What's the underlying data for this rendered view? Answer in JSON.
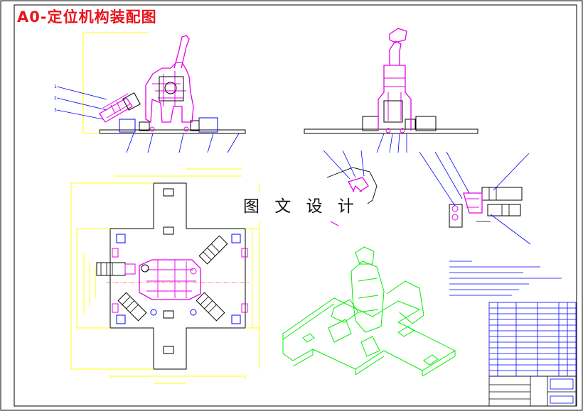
{
  "drawing": {
    "title": "A0-定位机构装配图",
    "watermark": "图 文 设 计",
    "colors": {
      "background": "#ffffff",
      "frame": "#000000",
      "title": "#e8141e",
      "main_part": "#e600e6",
      "fixture": "#000000",
      "dimension": "#ffff00",
      "leader": "#0000ff",
      "isometric": "#00ee00",
      "table": "#0000ff"
    }
  },
  "views": [
    {
      "id": "front-view"
    },
    {
      "id": "side-view"
    },
    {
      "id": "top-view"
    },
    {
      "id": "detail-view-a"
    },
    {
      "id": "detail-view-b"
    },
    {
      "id": "isometric-view"
    }
  ],
  "notes": {
    "id": "technical-notes"
  },
  "title_block": {
    "id": "title-block-table"
  }
}
